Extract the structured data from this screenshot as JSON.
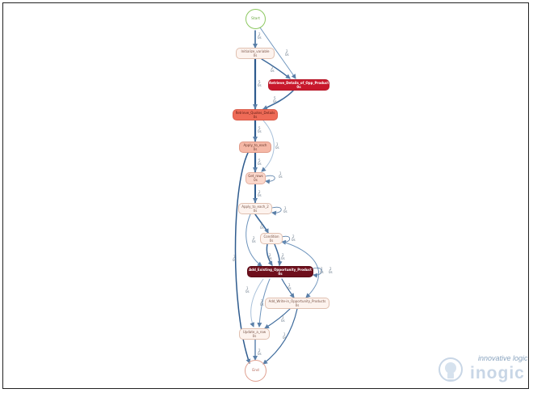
{
  "nodes": {
    "start": {
      "name": "Start",
      "duration": ""
    },
    "init": {
      "name": "Initialize_variable",
      "duration": "0s"
    },
    "retrieve": {
      "name": "Retrieve_Details_of_Opp_Products",
      "duration": "0s"
    },
    "quote": {
      "name": "Retrieve_Quotes_Details",
      "duration": "0s"
    },
    "apply1": {
      "name": "Apply_to_each",
      "duration": "0s"
    },
    "getrows": {
      "name": "Get_rows",
      "duration": "0s"
    },
    "apply2": {
      "name": "Apply_to_each_2",
      "duration": "0s"
    },
    "cond": {
      "name": "Condition",
      "duration": "0s"
    },
    "addexist": {
      "name": "Add_Existing_Opportunity_Product",
      "duration": "0s"
    },
    "addwrite": {
      "name": "Add_Write-in_Opportunity_Products",
      "duration": "0s"
    },
    "update": {
      "name": "Update_a_row",
      "duration": "0s"
    },
    "end": {
      "name": "End",
      "duration": ""
    }
  },
  "edges": [
    {
      "count": "2",
      "time": "0s"
    },
    {
      "count": "2",
      "time": "0s"
    },
    {
      "count": "2",
      "time": "0s"
    },
    {
      "count": "5",
      "time": "0s"
    },
    {
      "count": "5",
      "time": "0s"
    },
    {
      "count": "5",
      "time": "0s"
    },
    {
      "count": "1",
      "time": "0s"
    },
    {
      "count": "5",
      "time": "0s"
    },
    {
      "count": "1",
      "time": "0s"
    },
    {
      "count": "2",
      "time": "0s"
    },
    {
      "count": "4",
      "time": "0s"
    },
    {
      "count": "1",
      "time": "0s"
    },
    {
      "count": "2",
      "time": "0s"
    },
    {
      "count": "2",
      "time": "0s"
    },
    {
      "count": "2",
      "time": "0s"
    },
    {
      "count": "2",
      "time": "0s"
    },
    {
      "count": "2",
      "time": "0s"
    },
    {
      "count": "2",
      "time": "0s"
    },
    {
      "count": "1",
      "time": "0s"
    },
    {
      "count": "1",
      "time": "0s"
    },
    {
      "count": "2",
      "time": "0s"
    },
    {
      "count": "1",
      "time": "0s"
    },
    {
      "count": "2",
      "time": "0s"
    },
    {
      "count": "1",
      "time": "0s"
    },
    {
      "count": "3",
      "time": "0s"
    }
  ],
  "logo": {
    "tagline": "innovative logic",
    "wordmark": "inogic"
  }
}
